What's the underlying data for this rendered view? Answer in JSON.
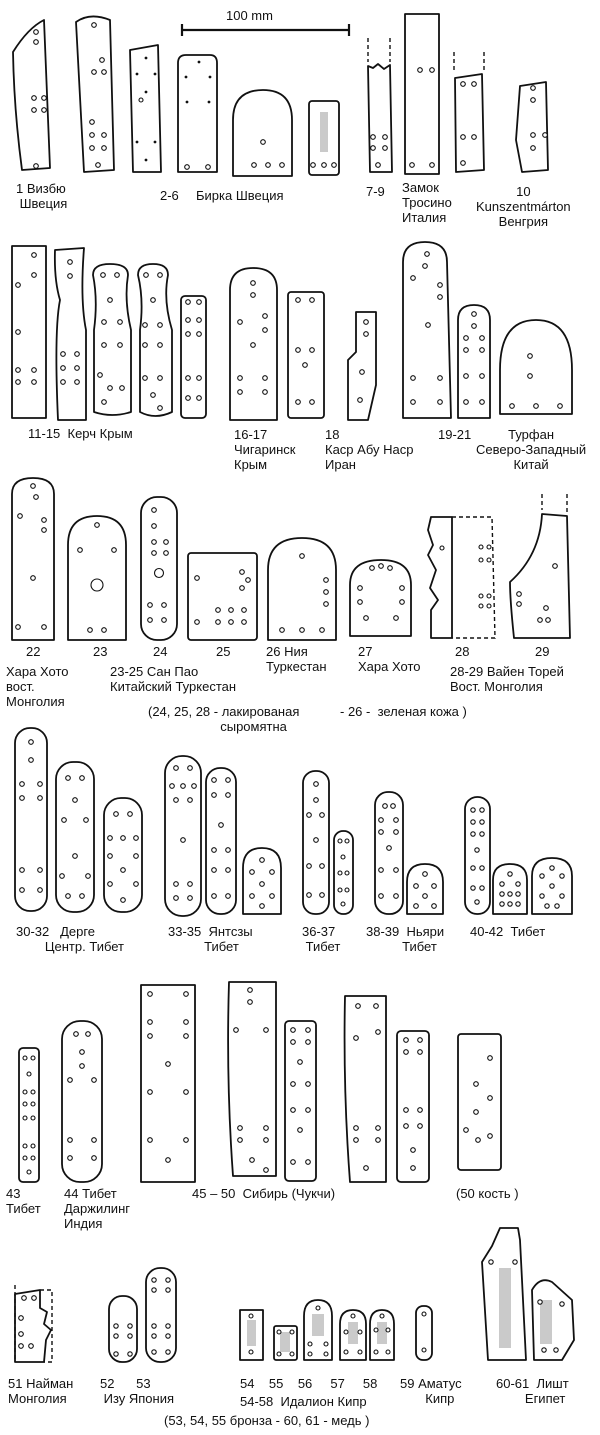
{
  "scale_bar": "100 mm",
  "labels": [
    {
      "key": "l1",
      "text": "1 Визбю\n Швеция"
    },
    {
      "key": "l2",
      "text": "2-6"
    },
    {
      "key": "l3",
      "text": "Бирка Швеция"
    },
    {
      "key": "l4",
      "text": "7-9"
    },
    {
      "key": "l5",
      "text": "Замок\nТросино\nИталия"
    },
    {
      "key": "l6",
      "text": "10\nKunszentmárton\nВенгрия"
    },
    {
      "key": "l7",
      "text": "11-15  Керч Крым"
    },
    {
      "key": "l8",
      "text": "16-17\nЧигаринск\nКрым"
    },
    {
      "key": "l9",
      "text": "18\nКаср Абу Наср\nИран"
    },
    {
      "key": "l10",
      "text": "19-21"
    },
    {
      "key": "l11",
      "text": "Турфан\nСеверо-Западный\nКитай"
    },
    {
      "key": "l12",
      "text": "22"
    },
    {
      "key": "l13",
      "text": "23"
    },
    {
      "key": "l14",
      "text": "24"
    },
    {
      "key": "l15",
      "text": "25"
    },
    {
      "key": "l16",
      "text": "26 Ния\nТуркестан"
    },
    {
      "key": "l17",
      "text": "27\nХара Хото"
    },
    {
      "key": "l18",
      "text": "28"
    },
    {
      "key": "l19",
      "text": "29"
    },
    {
      "key": "l20",
      "text": "Хара Хото\nвост.\nМонголия"
    },
    {
      "key": "l21",
      "text": "23-25 Сан Пао\nКитайский Туркестан"
    },
    {
      "key": "l22",
      "text": "28-29 Вайен Торей\nВост. Монголия"
    },
    {
      "key": "l23",
      "text": "(24, 25, 28 - лакированая\n                    сыромятна"
    },
    {
      "key": "l24",
      "text": "- 26 -  зеленая кожа )"
    },
    {
      "key": "l25",
      "text": "30-32   Дерге\n        Центр. Тибет"
    },
    {
      "key": "l26",
      "text": "33-35  Янтсзы\n          Тибет"
    },
    {
      "key": "l27",
      "text": "36-37\n Тибет"
    },
    {
      "key": "l28",
      "text": "38-39  Ньяри\n          Тибет"
    },
    {
      "key": "l29",
      "text": "40-42  Тибет"
    },
    {
      "key": "l30",
      "text": "43\nТибет"
    },
    {
      "key": "l31",
      "text": "44 Тибет\nДаржилинг\nИндия"
    },
    {
      "key": "l32",
      "text": "45 – 50  Сибирь (Чукчи)"
    },
    {
      "key": "l33",
      "text": "(50 кость )"
    },
    {
      "key": "l34",
      "text": "51 Найман\nМонголия"
    },
    {
      "key": "l35",
      "text": "52      53\n Изу Япония"
    },
    {
      "key": "l36",
      "text": "54    55    56     57     58"
    },
    {
      "key": "l37",
      "text": "54-58  Идалион Кипр"
    },
    {
      "key": "l38",
      "text": "59 Аматус\n       Кипр"
    },
    {
      "key": "l39",
      "text": "60-61  Лишт\n        Египет"
    },
    {
      "key": "l40",
      "text": "(53, 54, 55 бронза - 60, 61 - медь )"
    }
  ]
}
